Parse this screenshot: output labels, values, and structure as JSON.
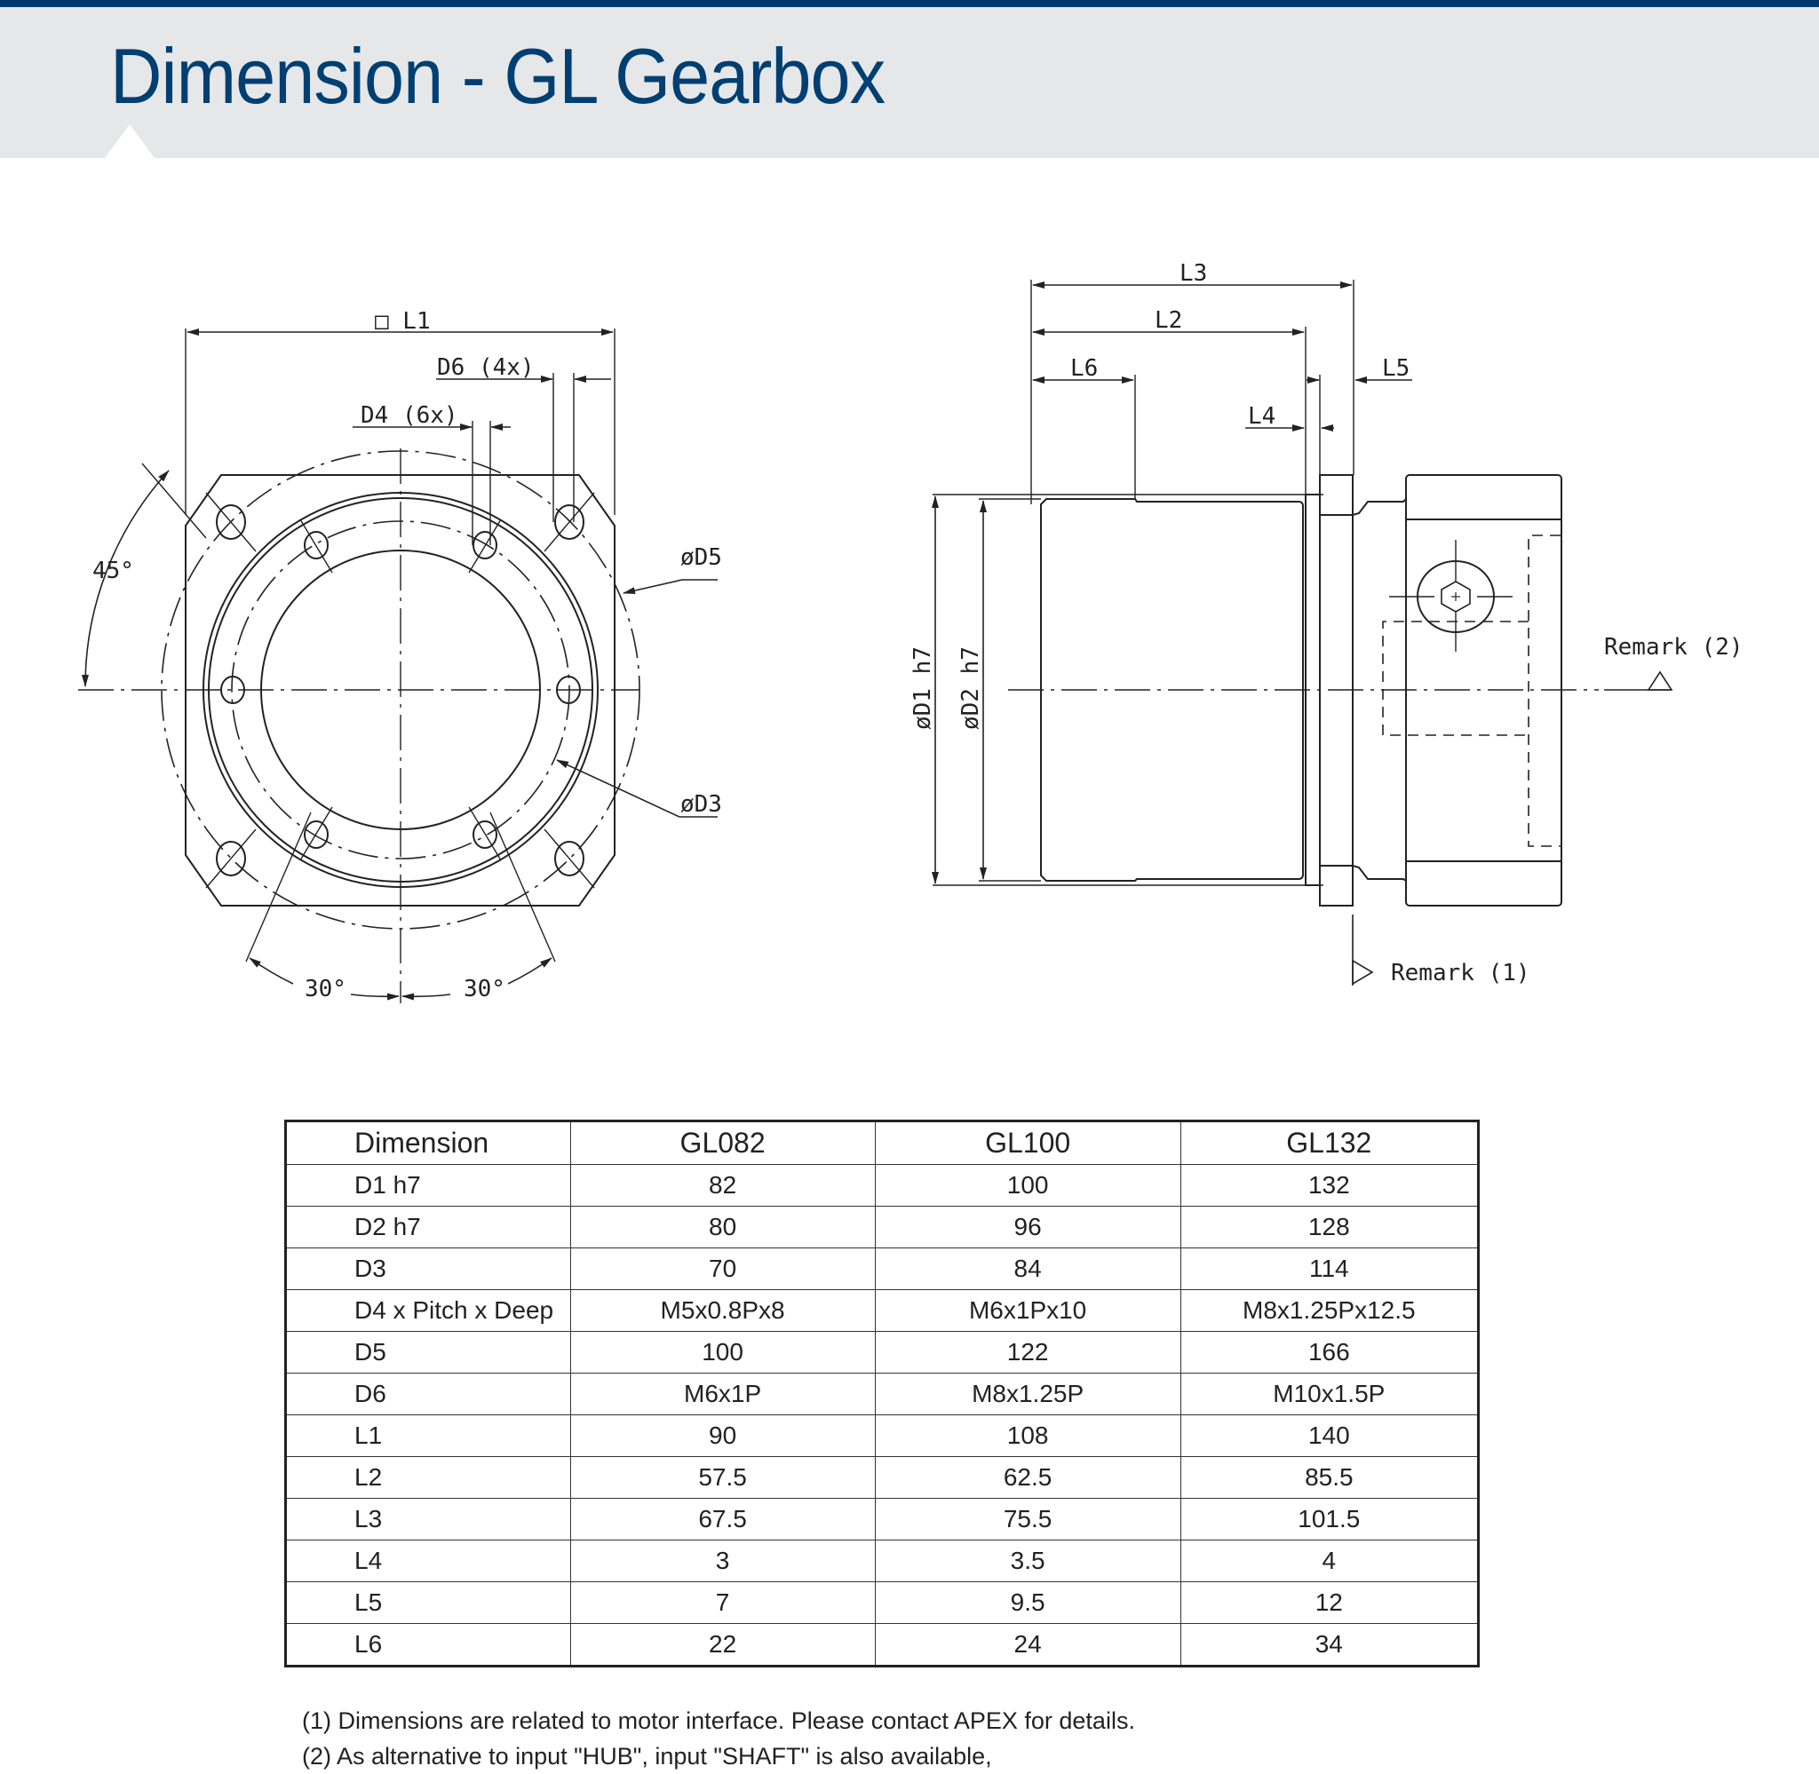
{
  "header": {
    "title": "Dimension - GL Gearbox",
    "accent_color": "#003a6c",
    "band_color": "#e6e7e9"
  },
  "drawing": {
    "front_view": {
      "labels": {
        "l1": "□ L1",
        "d6": "D6 (4x)",
        "d4": "D4 (6x)",
        "d5": "øD5",
        "d3": "øD3",
        "angle_45": "45°",
        "angle_30_left": "30°",
        "angle_30_right": "30°"
      }
    },
    "side_view": {
      "labels": {
        "l3": "L3",
        "l2": "L2",
        "l6": "L6",
        "l4": "L4",
        "l5": "L5",
        "d1": "øD1 h7",
        "d2": "øD2 h7",
        "remark1": "Remark (1)",
        "remark2": "Remark (2)"
      }
    }
  },
  "table": {
    "headers": [
      "Dimension",
      "GL082",
      "GL100",
      "GL132"
    ],
    "rows": [
      [
        "D1 h7",
        "82",
        "100",
        "132"
      ],
      [
        "D2 h7",
        "80",
        "96",
        "128"
      ],
      [
        "D3",
        "70",
        "84",
        "114"
      ],
      [
        "D4 x Pitch x Deep",
        "M5x0.8Px8",
        "M6x1Px10",
        "M8x1.25Px12.5"
      ],
      [
        "D5",
        "100",
        "122",
        "166"
      ],
      [
        "D6",
        "M6x1P",
        "M8x1.25P",
        "M10x1.5P"
      ],
      [
        "L1",
        "90",
        "108",
        "140"
      ],
      [
        "L2",
        "57.5",
        "62.5",
        "85.5"
      ],
      [
        "L3",
        "67.5",
        "75.5",
        "101.5"
      ],
      [
        "L4",
        "3",
        "3.5",
        "4"
      ],
      [
        "L5",
        "7",
        "9.5",
        "12"
      ],
      [
        "L6",
        "22",
        "24",
        "34"
      ]
    ]
  },
  "notes": [
    "(1) Dimensions are related to motor interface. Please contact APEX for details.",
    "(2) As alternative to input \"HUB\", input \"SHAFT\" is also available,"
  ]
}
